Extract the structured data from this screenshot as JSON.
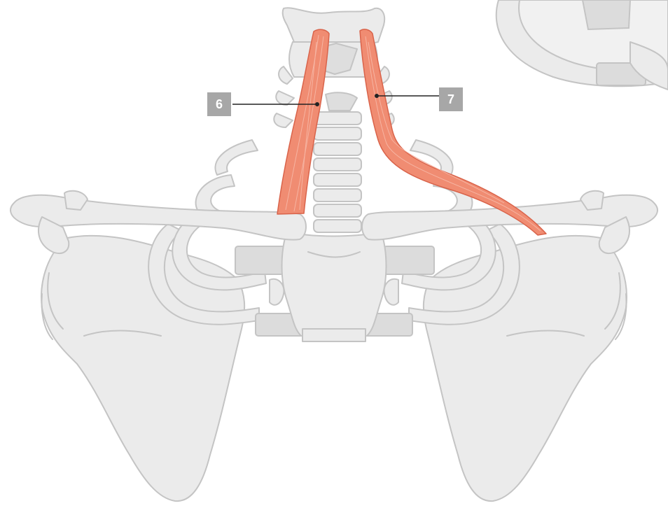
{
  "diagram": {
    "labels": [
      {
        "id": "6",
        "text": "6"
      },
      {
        "id": "7",
        "text": "7"
      }
    ]
  },
  "colors": {
    "background": "#ffffff",
    "bone_fill": "#ebebeb",
    "bone_stroke": "#c4c4c4",
    "cartilage_fill": "#dcdcdc",
    "muscle_fill": "#f08c72",
    "muscle_stroke": "#d9634a",
    "muscle_fiber": "#f6b4a2",
    "leader_line": "#222222",
    "label_box": "#a7a7a7",
    "label_text": "#ffffff"
  }
}
